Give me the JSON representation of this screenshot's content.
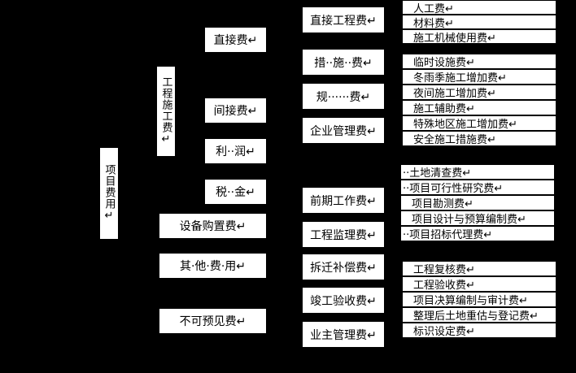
{
  "root": {
    "label": "项目费用↵"
  },
  "construction_fee": {
    "label": "工程施工费↵"
  },
  "level2": {
    "direct": "直接费↵",
    "indirect": "间接费↵",
    "profit": "利··润↵",
    "tax": "税··金↵",
    "equipment": "设备购置费↵",
    "other": "其·他·费·用↵",
    "contingency": "不可预见费↵"
  },
  "level3": {
    "direct_engineering": "直接工程费↵",
    "measures": "措··施··费↵",
    "regulation": "规······费↵",
    "enterprise_mgmt": "企业管理费↵",
    "preliminary": "前期工作费↵",
    "supervision": "工程监理费↵",
    "demolition": "拆迁补偿费↵",
    "acceptance": "竣工验收费↵",
    "owner_mgmt": "业主管理费↵"
  },
  "leaves_direct": [
    "人工费↵",
    "材料费↵",
    "施工机械使用费↵"
  ],
  "leaves_measures": [
    "临时设施费↵",
    "冬雨季施工增加费↵",
    "夜间施工增加费↵",
    "施工辅助费↵",
    "特殊地区施工增加费↵",
    "安全施工措施费↵"
  ],
  "leaves_preliminary": [
    "··土地清查费↵",
    "··项目可行性研究费↵",
    "项目勘测费↵",
    "项目设计与预算编制费↵",
    "··项目招标代理费↵"
  ],
  "leaves_acceptance": [
    "工程复核费↵",
    "工程验收费↵",
    "项目决算编制与审计费↵",
    "整理后土地重估与登记费↵",
    "标识设定费↵"
  ]
}
